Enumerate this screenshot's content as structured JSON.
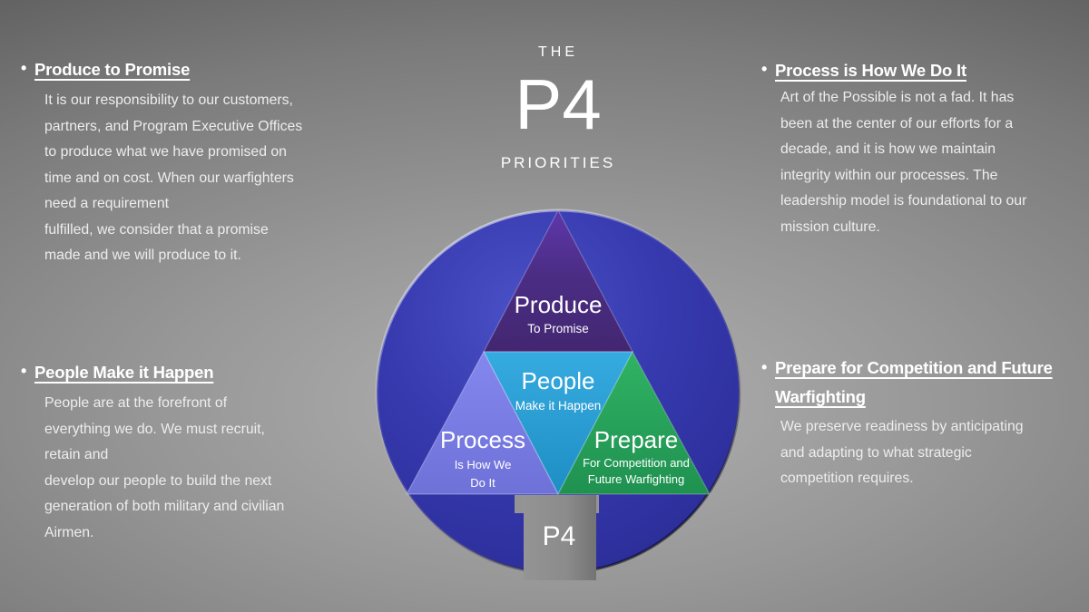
{
  "bullet": "•",
  "title": {
    "line1": "THE",
    "line2": "P4",
    "line3": "PRIORITIES"
  },
  "blocks": [
    {
      "heading": "Produce to Promise",
      "body": "It is our responsibility to our customers,\npartners, and Program Executive Offices\nto produce what we have promised on\ntime and on cost. When our warfighters\nneed a requirement\nfulfilled, we consider that a promise\nmade and we will produce to it."
    },
    {
      "heading": "People Make it Happen",
      "body": "People are at the forefront of\neverything we do. We must recruit,\nretain and\ndevelop our people to build the next\ngeneration of both military and civilian\nAirmen."
    },
    {
      "heading": "Process is How We Do It",
      "body": "Art of the Possible is not a fad. It has\nbeen at the center of our efforts for a\ndecade, and it is how we maintain\nintegrity within our processes. The\nleadership model is foundational to our\nmission culture."
    },
    {
      "heading": "Prepare for Competition and Future\nWarfighting",
      "body": "We preserve readiness by anticipating\nand adapting to what strategic\ncompetition requires."
    }
  ],
  "diagram": {
    "pedestal_label": "P4",
    "segments": [
      {
        "label": "Produce",
        "sub": "To Promise",
        "color": "#4b2d85"
      },
      {
        "label": "People",
        "sub": "Make it Happen",
        "color": "#2aa0d8"
      },
      {
        "label": "Process",
        "sub_lines": [
          "Is How We",
          "Do It"
        ],
        "color": "#777be2"
      },
      {
        "label": "Prepare",
        "sub_lines": [
          "For Competition and",
          "Future Warfighting"
        ],
        "color": "#29a85c"
      }
    ],
    "circle_color": "#3335a8",
    "pedestal_color": "#8e8e8e"
  },
  "colors": {
    "background_center": "#b1b1b1",
    "background_edge": "#545454",
    "text": "#ffffff"
  }
}
